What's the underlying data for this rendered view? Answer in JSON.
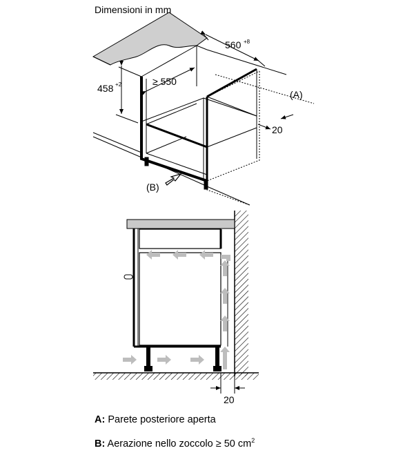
{
  "title": "Dimensioni in mm",
  "labels": {
    "width": "560",
    "width_tol": "+8",
    "depth": "≥ 550",
    "height": "458",
    "height_tol": "+2",
    "gap_top": "20",
    "gap_bottom": "20",
    "marker_a": "(A)",
    "marker_b": "(B)"
  },
  "legend": [
    {
      "key": "A:",
      "text": " Parete posteriore aperta"
    },
    {
      "key": "B:",
      "text": " Aerazione nello zoccolo ≥ 50 cm",
      "sup": "2"
    }
  ]
}
